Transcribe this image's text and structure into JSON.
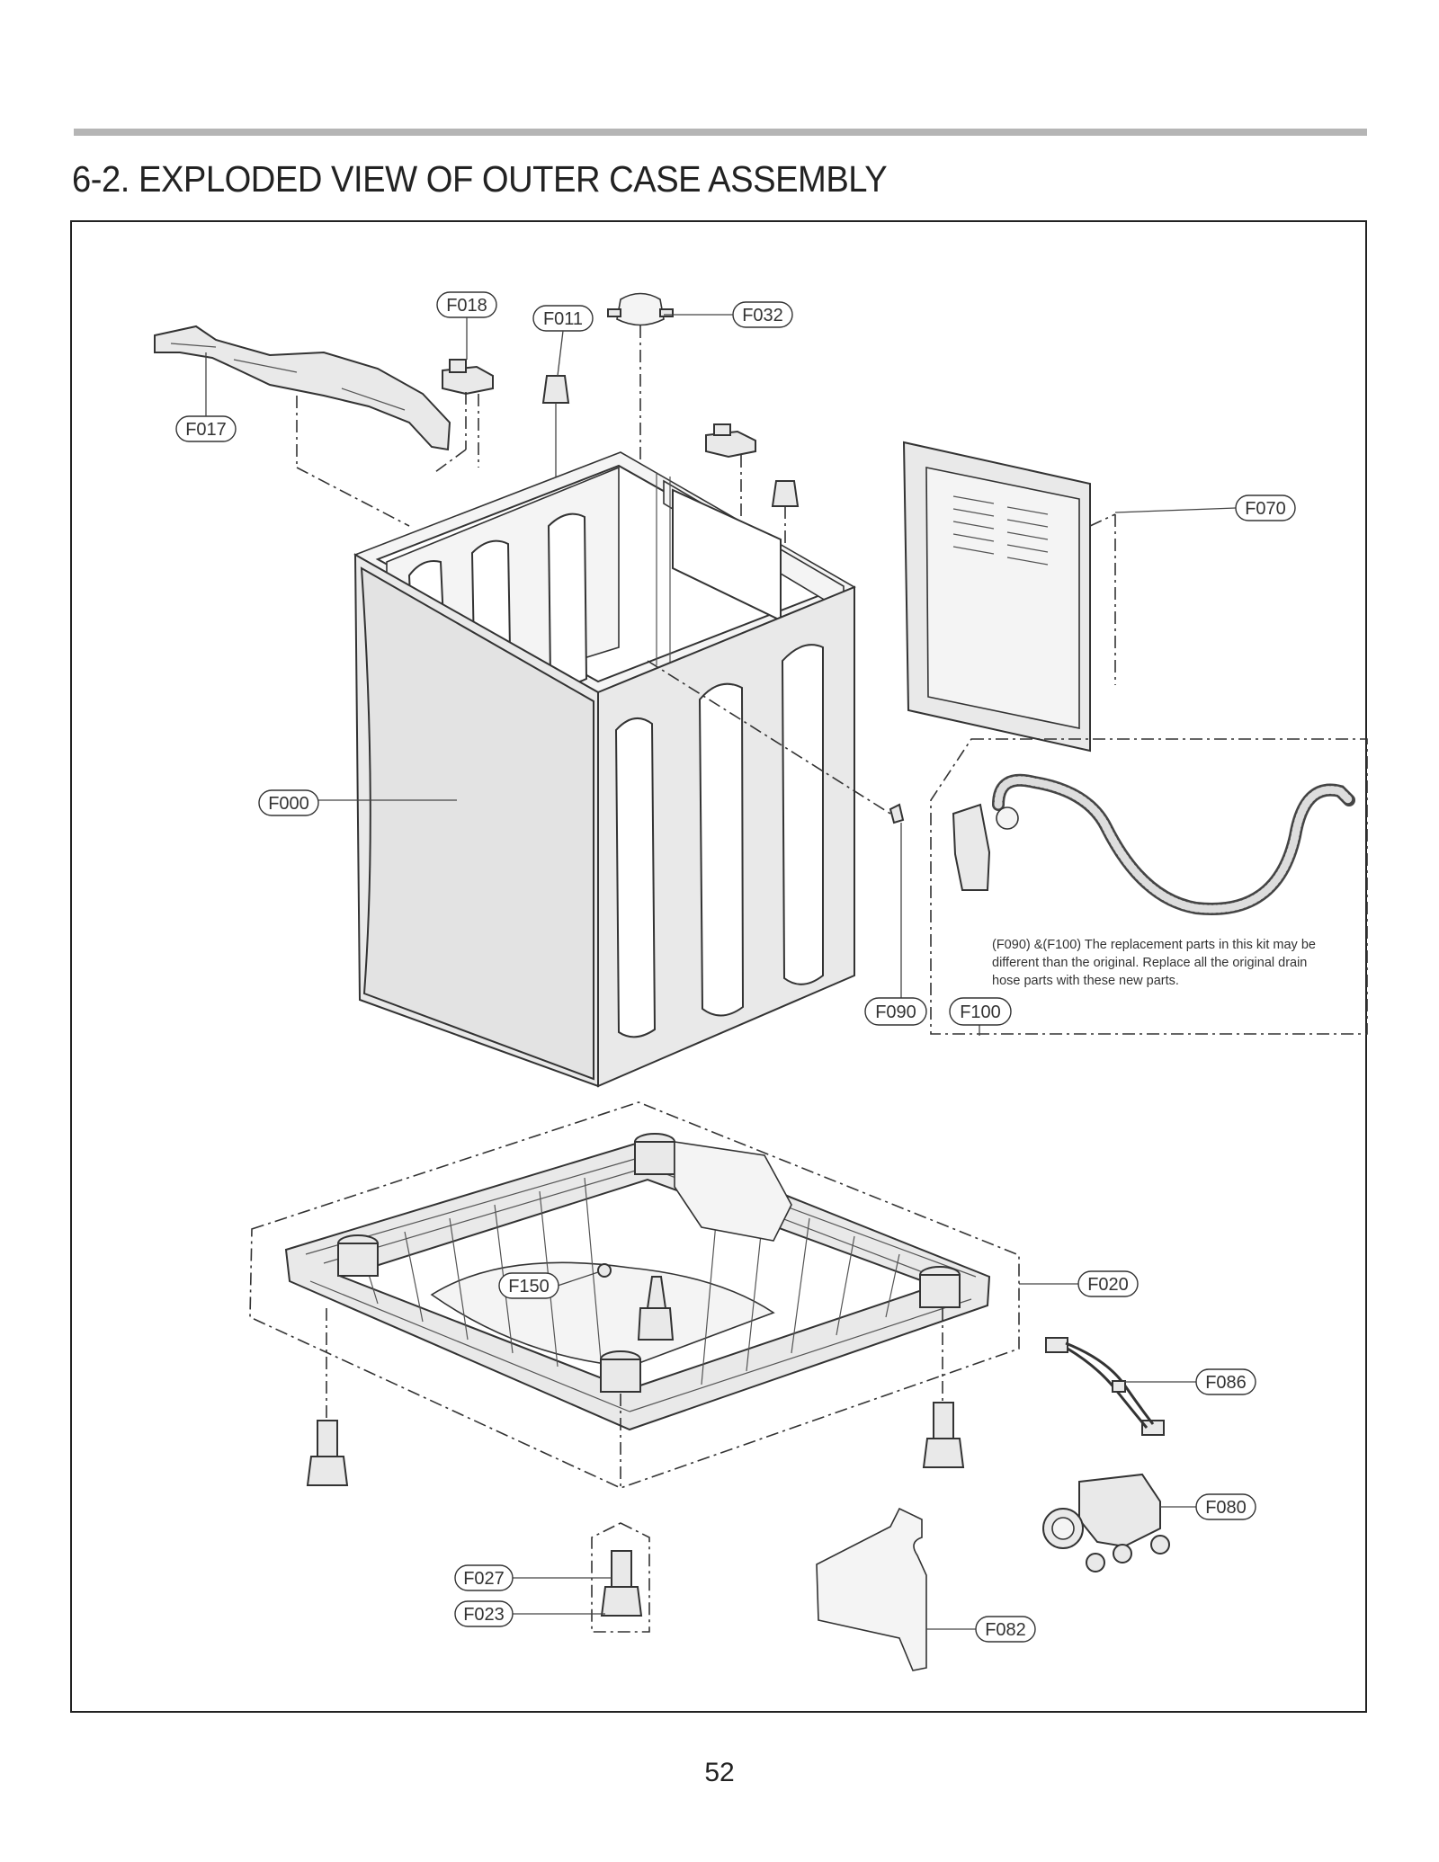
{
  "header": {
    "title": "6-2. EXPLODED VIEW OF OUTER CASE ASSEMBLY"
  },
  "callouts": [
    {
      "id": "F018",
      "label": "F018"
    },
    {
      "id": "F011",
      "label": "F011"
    },
    {
      "id": "F032",
      "label": "F032"
    },
    {
      "id": "F017",
      "label": "F017"
    },
    {
      "id": "F070",
      "label": "F070"
    },
    {
      "id": "F000",
      "label": "F000"
    },
    {
      "id": "F090",
      "label": "F090"
    },
    {
      "id": "F100",
      "label": "F100"
    },
    {
      "id": "F150",
      "label": "F150"
    },
    {
      "id": "F020",
      "label": "F020"
    },
    {
      "id": "F086",
      "label": "F086"
    },
    {
      "id": "F080",
      "label": "F080"
    },
    {
      "id": "F027",
      "label": "F027"
    },
    {
      "id": "F023",
      "label": "F023"
    },
    {
      "id": "F082",
      "label": "F082"
    }
  ],
  "note": {
    "lines": [
      "(F090) &(F100) The replacement parts in this kit may be",
      "different than the original. Replace all the original drain",
      "hose parts with these new parts."
    ]
  },
  "footer": {
    "page_number": "52"
  }
}
